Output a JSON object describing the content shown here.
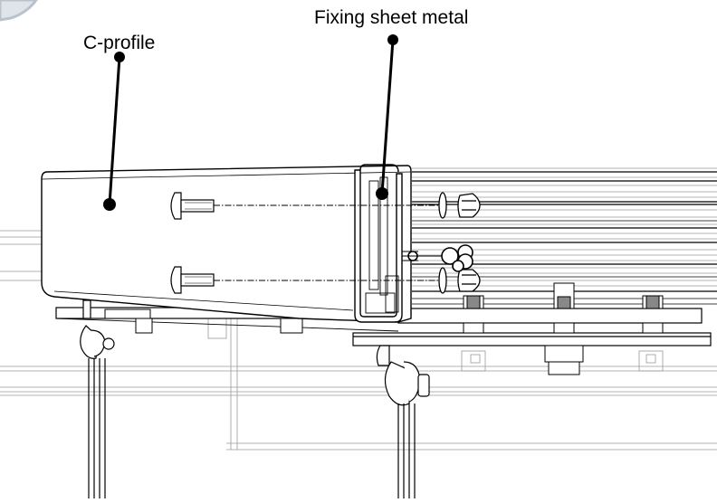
{
  "diagram": {
    "callouts": [
      {
        "id": "c-profile",
        "label": "C-profile"
      },
      {
        "id": "fixing-sheet-metal",
        "label": "Fixing sheet metal"
      }
    ]
  },
  "colors": {
    "line": "#000000",
    "light_line": "#9a9a9a",
    "background": "#ffffff",
    "corner_badge": "#b9c2cc"
  }
}
